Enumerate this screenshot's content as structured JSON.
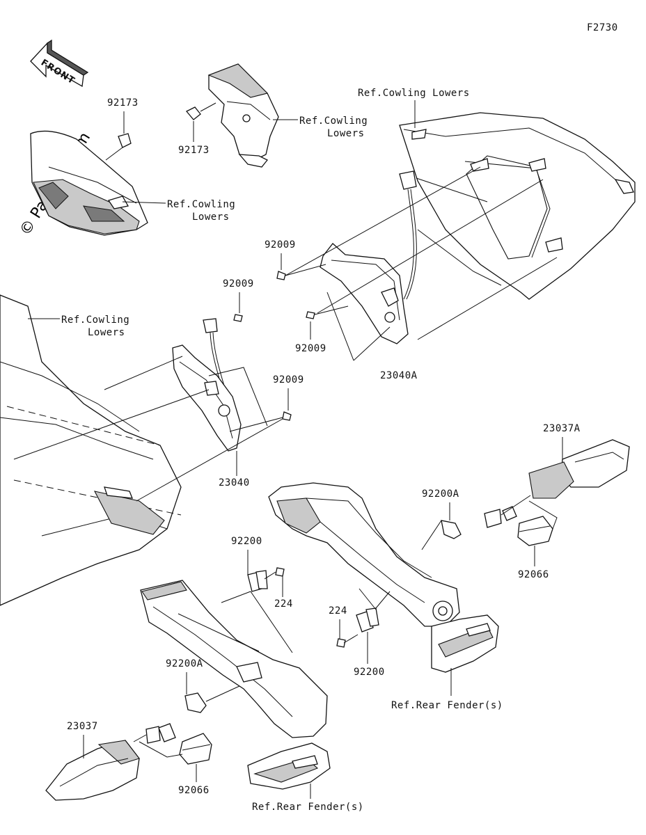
{
  "figure_code": "F2730",
  "watermark": "© Partzilla.com",
  "direction_label": "FRONT",
  "labels": {
    "p92173_a": "92173",
    "p92173_b": "92173",
    "ref_cowl_top_a1": "Ref.Cowling",
    "ref_cowl_top_a2": "Lowers",
    "ref_cowl_left_1": "Ref.Cowling",
    "ref_cowl_left_2": "Lowers",
    "ref_cowl_right": "Ref.Cowling Lowers",
    "ref_cowl_big_1": "Ref.Cowling",
    "ref_cowl_big_2": "Lowers",
    "p92009_a": "92009",
    "p92009_b": "92009",
    "p92009_c": "92009",
    "p92009_d": "92009",
    "p23040a": "23040A",
    "p23040": "23040",
    "p23037a": "23037A",
    "p92200a_r": "92200A",
    "p92066_r": "92066",
    "p92200_l": "92200",
    "p224_l": "224",
    "p224_r": "224",
    "p92200_r": "92200",
    "ref_fender_r": "Ref.Rear Fender(s)",
    "p92200a_l": "92200A",
    "p23037": "23037",
    "p92066_l": "92066",
    "ref_fender_l": "Ref.Rear Fender(s)"
  }
}
